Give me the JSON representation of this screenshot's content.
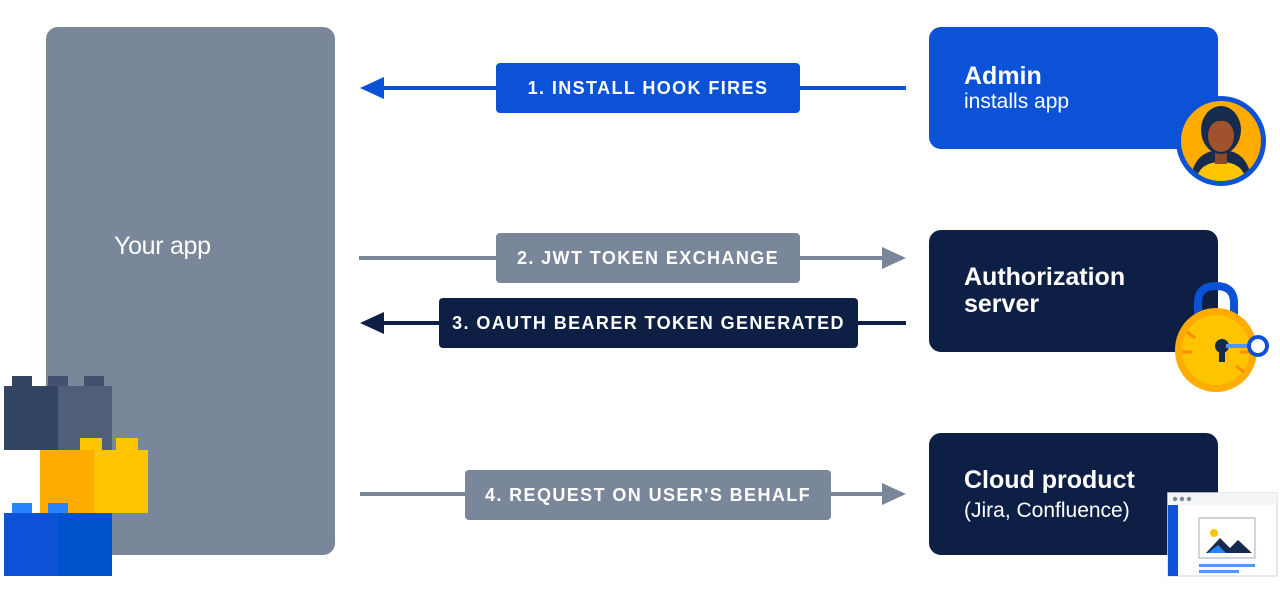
{
  "app": {
    "label": "Your app"
  },
  "steps": [
    {
      "label": "1. INSTALL HOOK FIRES",
      "direction": "to-app",
      "color": "#0b52d6"
    },
    {
      "label": "2. JWT TOKEN EXCHANGE",
      "direction": "to-server",
      "color": "#7a8699"
    },
    {
      "label": "3. OAUTH BEARER TOKEN GENERATED",
      "direction": "to-app",
      "color": "#0d1f44"
    },
    {
      "label": "4. REQUEST ON USER'S BEHALF",
      "direction": "to-server",
      "color": "#7a8699"
    }
  ],
  "actors": {
    "admin": {
      "title": "Admin",
      "subtitle": "installs app",
      "icon": "admin-avatar-icon",
      "color": "#0b52d6"
    },
    "auth": {
      "title_line1": "Authorization",
      "title_line2": "server",
      "icon": "padlock-key-icon",
      "color": "#0d1f44"
    },
    "cloud": {
      "title": "Cloud product",
      "subtitle": "(Jira, Confluence)",
      "icon": "browser-window-icon",
      "color": "#0d1f44"
    }
  },
  "decorations": {
    "blocks_icon": "lego-blocks-icon"
  }
}
